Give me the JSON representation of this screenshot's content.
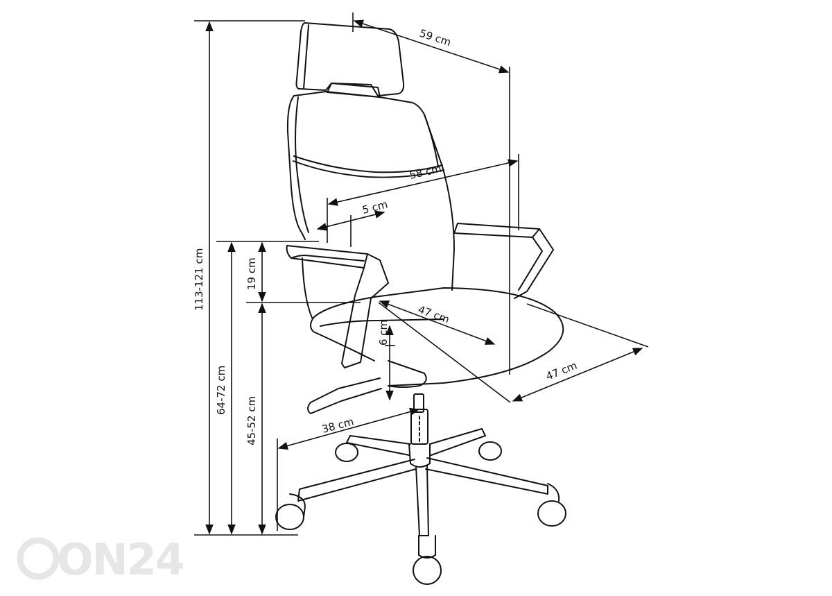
{
  "dimensions": {
    "depth_total": "59 cm",
    "width_back": "58 cm",
    "armrest_width": "5 cm",
    "armrest_height": "19 cm",
    "seat_depth": "47 cm",
    "seat_thickness": "6 cm",
    "seat_width": "47 cm",
    "base_radius": "38 cm",
    "total_height": "113-121 cm",
    "armrest_floor_height": "64-72 cm",
    "seat_height": "45-52 cm"
  },
  "watermark": {
    "text": "ON24",
    "color": "#e6e6e6"
  },
  "colors": {
    "line": "#111111",
    "background": "#ffffff"
  }
}
